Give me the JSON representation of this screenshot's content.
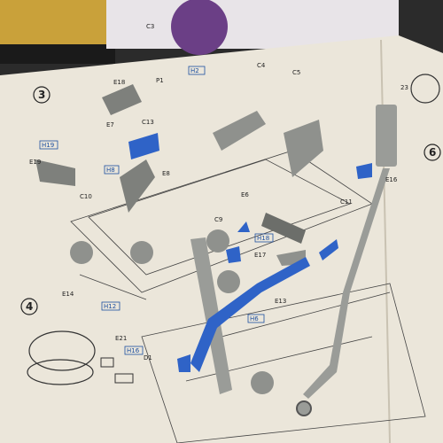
{
  "steps": [
    "3",
    "4",
    "6"
  ],
  "part_labels": [
    "C4",
    "C5",
    "C13",
    "E13",
    "E14",
    "E16",
    "E17",
    "E18",
    "E19",
    "E6",
    "E7",
    "E8",
    "C9",
    "C10",
    "C11",
    "E21",
    "D1",
    "P1"
  ],
  "ref_labels": [
    "H2",
    "H8",
    "H12",
    "H16",
    "H18",
    "H19",
    "H6"
  ],
  "sheet_marks": [
    "C3",
    "23"
  ],
  "colors": {
    "paper": "#ebe6da",
    "blue_parts": "#2f63c7",
    "grey_parts": "#8f918d",
    "background_dark": "#2b2b2b"
  }
}
